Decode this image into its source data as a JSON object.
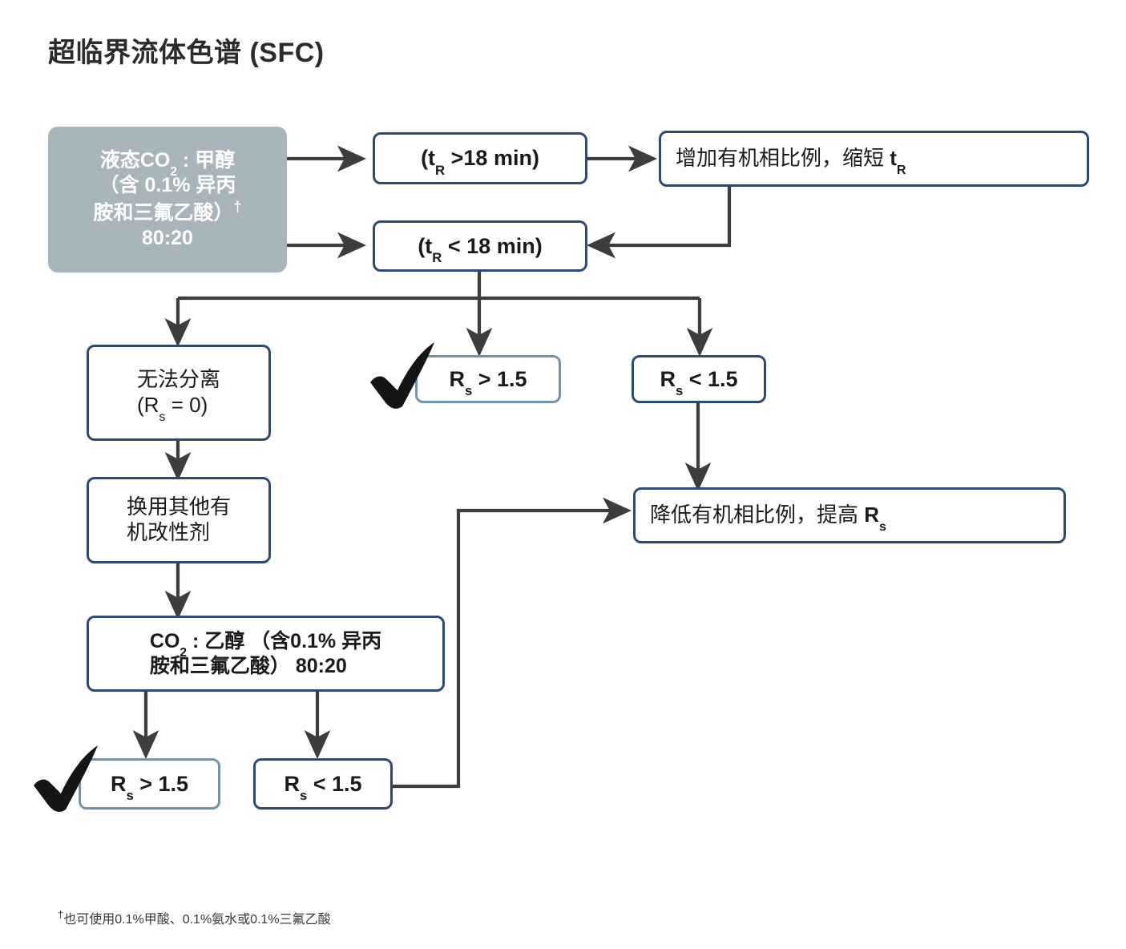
{
  "title": "超临界流体色谱 (SFC)",
  "footnote": {
    "marker": "†",
    "text": "也可使用0.1%甲酸、0.1%氨水或0.1%三氟乙酸"
  },
  "colors": {
    "node_border": "#2e4a73",
    "node_border_light": "#7593a8",
    "start_fill": "#a8b5bd",
    "start_text": "#ffffff",
    "wire": "#3d3d3d",
    "text": "#1a1a1a"
  },
  "nodes": {
    "start": {
      "line1_a": "液态CO",
      "line1_sub": "2",
      "line1_b": " : 甲醇",
      "line2": "（含 0.1% 异丙",
      "line3": "胺和三氟乙酸）",
      "line3_dagger": "†",
      "line4": "80:20"
    },
    "tr_gt": {
      "pre": "(t",
      "sub": "R",
      "post": " >18 min)"
    },
    "tr_lt": {
      "pre": "(t",
      "sub": "R",
      "post": " < 18 min)"
    },
    "increase_organic": {
      "pre": "增加有机相比例，缩短 ",
      "sym": "t",
      "sub": "R"
    },
    "decrease_organic": {
      "pre": "降低有机相比例，提高 ",
      "sym": "R",
      "sub": "s"
    },
    "no_separation": {
      "line1": "无法分离",
      "pre": "(R",
      "sub": "s",
      "post": " = 0)"
    },
    "change_modifier": {
      "line1": "换用其他有",
      "line2": "机改性剂"
    },
    "co2_ethanol": {
      "l1_a": "CO",
      "l1_sub": "2",
      "l1_b": " : 乙醇 （含0.1% 异丙",
      "l2": "胺和三氟乙酸） 80:20"
    },
    "rs_good_top": {
      "sym": "R",
      "sub": "s",
      "post": " > 1.5"
    },
    "rs_bad_top": {
      "sym": "R",
      "sub": "s",
      "post": " < 1.5"
    },
    "rs_good_bottom": {
      "sym": "R",
      "sub": "s",
      "post": " > 1.5"
    },
    "rs_bad_bottom": {
      "sym": "R",
      "sub": "s",
      "post": " < 1.5"
    }
  },
  "icons": {
    "check_top": "check-mark-icon",
    "check_bottom": "check-mark-icon"
  }
}
